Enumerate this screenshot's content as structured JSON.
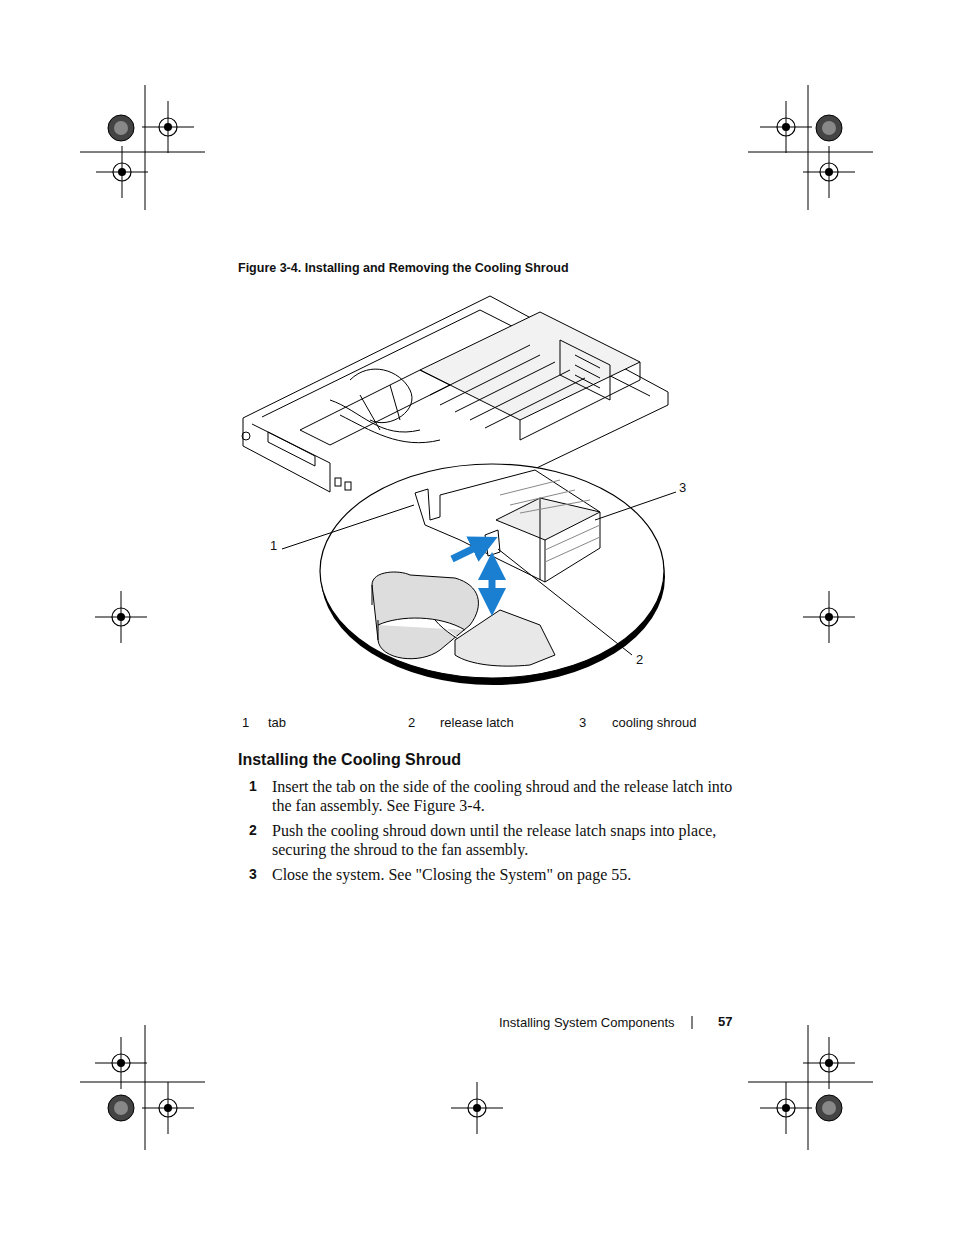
{
  "diagram": {
    "title": "Figure 3-4. Installing and Removing the Cooling Shroud",
    "labels": [
      "1",
      "3",
      "2",
      "1",
      "tab",
      "2",
      "release latch",
      "3",
      "cooling shroud",
      "Installing the Cooling Shroud",
      "1",
      "Insert the tab on the side of the cooling shroud and the release latch into the fan assembly. See Figure 3-4.",
      "2",
      "Push the cooling shroud down until the release latch snaps into place, securing the shroud to the fan assembly.",
      "3",
      "Close the system. See \"Closing the System\" on page 55.",
      "Installing System Components",
      "57"
    ]
  }
}
